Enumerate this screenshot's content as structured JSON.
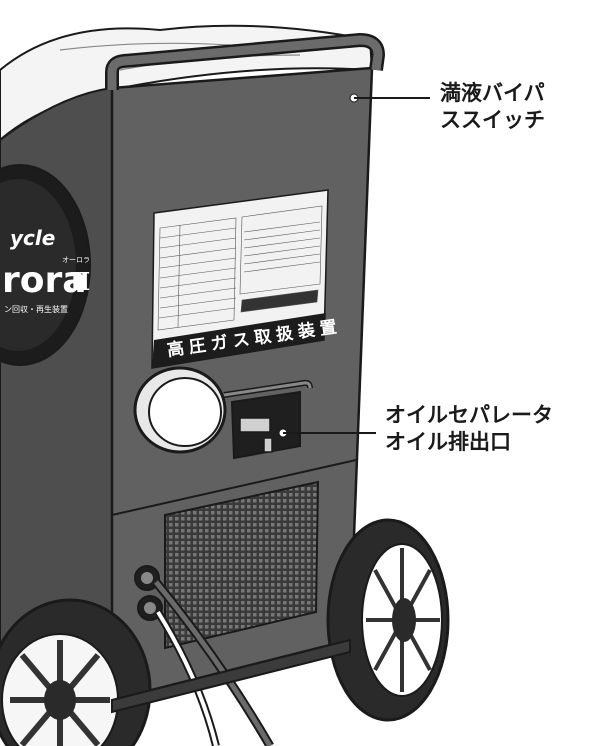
{
  "callouts": {
    "bypass_switch": {
      "line1": "満液バイパ",
      "line2": "ススイッチ"
    },
    "oil_drain": {
      "line1": "オイルセパレータ",
      "line2": "オイル排出口"
    }
  },
  "nameplate": {
    "title": "高圧ガス取扱装置"
  },
  "logo": {
    "cycle": "ycle",
    "name": "rora",
    "numeral": "Ⅱ",
    "kana": "オーロラ",
    "subtitle": "ン回収・再生装置"
  },
  "colors": {
    "body": "#5f5f5f",
    "body_dark": "#3f3f3f",
    "line": "#1a1a1a",
    "plate": "#f2f2f2"
  }
}
